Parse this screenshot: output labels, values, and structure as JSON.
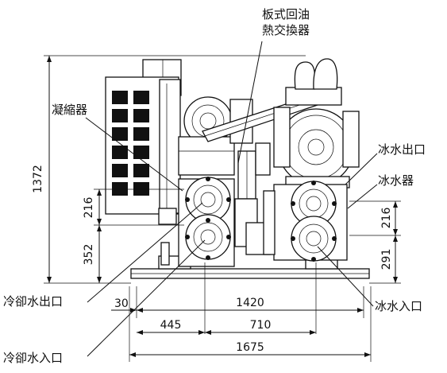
{
  "labels": {
    "plate_oil_hx_line1": "板式回油",
    "plate_oil_hx_line2": "熱交換器",
    "condenser": "凝縮器",
    "chilled_water_outlet": "冰水出口",
    "evaporator": "冰水器",
    "chilled_water_inlet": "冰水入口",
    "cooling_water_outlet": "冷卻水出口",
    "cooling_water_inlet": "冷卻水入口"
  },
  "dimensions": {
    "overall_height": "1372",
    "left_nozzle_spacing": "216",
    "left_nozzle_height": "352",
    "right_nozzle_spacing": "216",
    "right_nozzle_height": "291",
    "offset": "30",
    "base_length": "1420",
    "left_span": "445",
    "nozzle_span": "710",
    "overall_length": "1675"
  }
}
